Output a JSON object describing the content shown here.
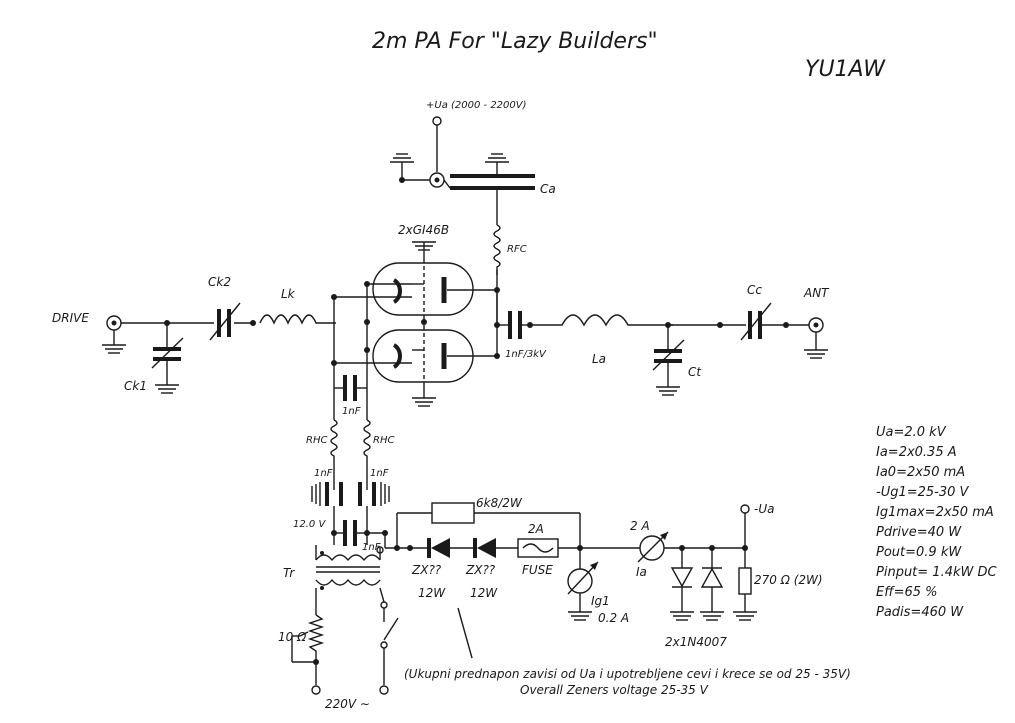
{
  "title": "2m PA For \"Lazy Builders\"",
  "callsign": "YU1AW",
  "labels": {
    "ua_supply": "+Ua (2000 - 2200V)",
    "ca": "Ca",
    "tubes": "2xGI46B",
    "rfc": "RFC",
    "drive": "DRIVE",
    "ck2": "Ck2",
    "ck1": "Ck1",
    "lk": "Lk",
    "cap_1nf_3kv": "1nF/3kV",
    "la": "La",
    "ct": "Ct",
    "cc": "Cc",
    "ant": "ANT",
    "cap_1nf_grid": "1nF",
    "rhc_left": "RHC",
    "rhc_right": "RHC",
    "cap_1nf_left": "1nF",
    "cap_1nf_right": "1nF",
    "heater_voltage": "12.0 V",
    "cap_1nf_fil": "1nF",
    "tr": "Tr",
    "resistor_6k8": "6k8/2W",
    "fuse_rating": "2A",
    "fuse": "FUSE",
    "zener1": "ZX??",
    "zener2": "ZX??",
    "zener1_power": "12W",
    "zener2_power": "12W",
    "meter_2a": "2 A",
    "meter_ia": "Ia",
    "meter_ig1": "Ig1",
    "meter_02a": "0.2 A",
    "minus_ua": "-Ua",
    "resistor_270": "270 Ω (2W)",
    "diodes": "2x1N4007",
    "pot_10": "10 Ω",
    "mains": "220V ∼"
  },
  "specs": [
    "Ua=2.0 kV",
    "Ia=2x0.35 A",
    "Ia0=2x50 mA",
    "-Ug1=25-30 V",
    "Ig1max=2x50 mA",
    "Pdrive=40 W",
    "Pout=0.9 kW",
    "Pinput= 1.4kW DC",
    "Eff=65 %",
    "Padis=460 W"
  ],
  "notes": {
    "serbian": "(Ukupni prednapon zavisi od Ua i upotrebljene cevi i krece se od 25 - 35V)",
    "english": "Overall  Zeners voltage 25-35 V"
  }
}
